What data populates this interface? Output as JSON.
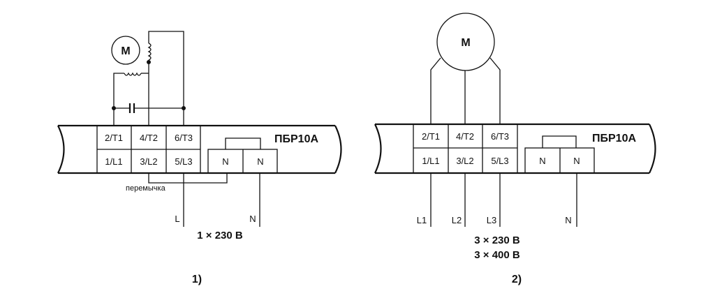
{
  "diagram1": {
    "motor_label": "M",
    "device_name": "ПБР10А",
    "top_terminals": [
      "2/T1",
      "4/T2",
      "6/T3"
    ],
    "bottom_terminals": [
      "1/L1",
      "3/L2",
      "5/L3"
    ],
    "neutral_terminals": [
      "N",
      "N"
    ],
    "jumper_label": "перемычка",
    "line_labels": [
      "L",
      "N"
    ],
    "supply": "1 × 230 В",
    "caption": "1)"
  },
  "diagram2": {
    "motor_label": "M",
    "device_name": "ПБР10А",
    "top_terminals": [
      "2/T1",
      "4/T2",
      "6/T3"
    ],
    "bottom_terminals": [
      "1/L1",
      "3/L2",
      "5/L3"
    ],
    "neutral_terminals": [
      "N",
      "N"
    ],
    "line_labels": [
      "L1",
      "L2",
      "L3",
      "N"
    ],
    "supply": [
      "3 × 230 В",
      "3 × 400 В"
    ],
    "caption": "2)"
  }
}
